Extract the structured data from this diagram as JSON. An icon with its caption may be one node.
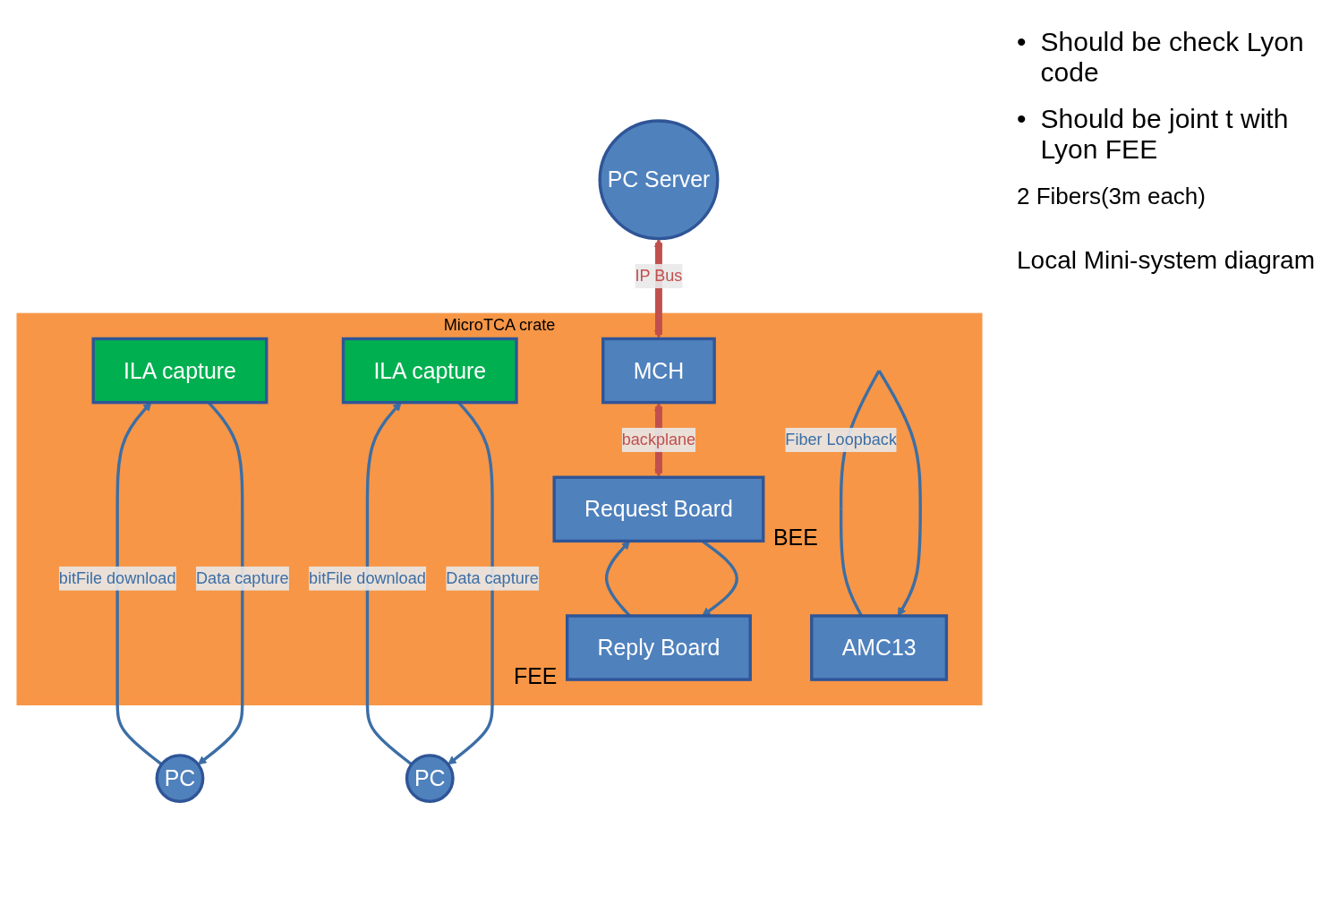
{
  "diagram": {
    "caption": "Local Mini-system diagram",
    "nodes": [
      {
        "text": [
          "PC"
        ]
      },
      {
        "text": [
          "PC"
        ]
      },
      {
        "text": [
          "MicroTCA crate"
        ]
      },
      {
        "text": [
          "ILA capture"
        ],
        "in": 2
      },
      {
        "text": [
          "Reply Board"
        ],
        "in": 2,
        "beside": [
          "FEE"
        ]
      },
      {
        "text": [
          "ILA capture"
        ],
        "in": 2
      },
      {
        "text": [
          "Request Board"
        ],
        "in": 2,
        "beside": [
          "BEE"
        ]
      },
      {
        "text": [
          "AMC13"
        ],
        "in": 2
      },
      {
        "text": [
          "MCH"
        ],
        "in": 2
      },
      {
        "text": [
          "PC Server"
        ]
      }
    ],
    "edges": [
      {
        "from": 3,
        "to": 0,
        "arrow": "to",
        "label": "Data capture"
      },
      {
        "from": 0,
        "to": 3,
        "arrow": "to",
        "label": "bitFile download"
      },
      {
        "from": 5,
        "to": 1,
        "arrow": "to",
        "label": "Data capture"
      },
      {
        "from": 1,
        "to": 5,
        "arrow": "to",
        "label": "bitFile download"
      },
      {
        "from": 7,
        "to": 7,
        "arrow": "to",
        "label": "Fiber Loopback"
      },
      {
        "from": 6,
        "to": 8,
        "arrow": "both",
        "label": "backplane",
        "style": "thick",
        "color": "#c0504d"
      },
      {
        "from": 8,
        "to": 9,
        "arrow": "both",
        "label": "IP Bus",
        "style": "thick",
        "color": "#c0504d"
      },
      {
        "from": 6,
        "to": 4,
        "arrow": "to"
      },
      {
        "from": 4,
        "to": 6,
        "arrow": "to"
      }
    ],
    "labels": [
      "•",
      "Should be check Lyon code",
      "•",
      "Should be joint t with Lyon FEE",
      "2 Fibers(3m each)"
    ]
  }
}
